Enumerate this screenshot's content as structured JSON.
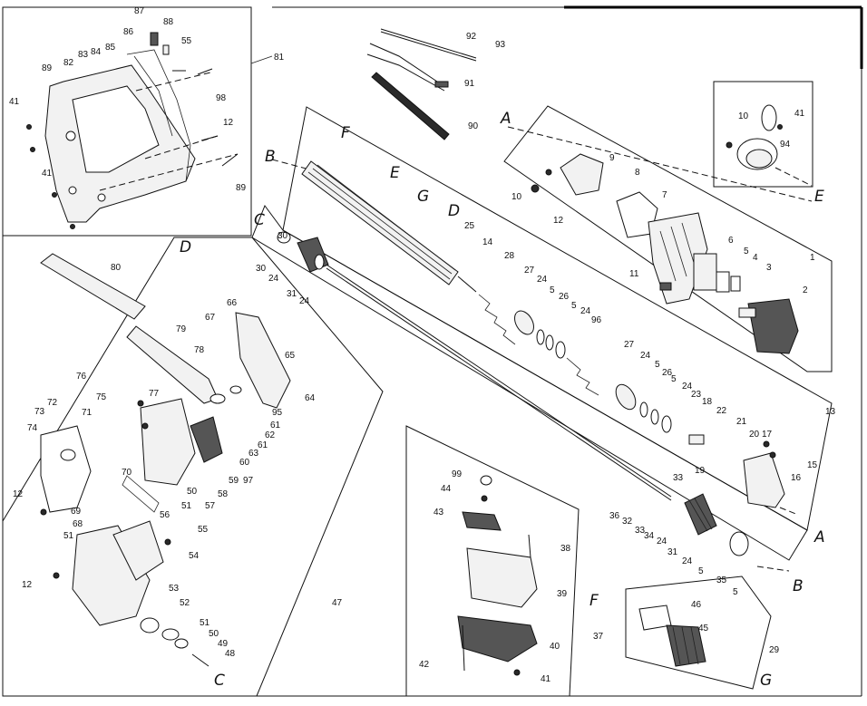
{
  "diagram": {
    "title": "",
    "part_numbers": {
      "p1": "1",
      "p2": "2",
      "p3": "3",
      "p4": "4",
      "p5": "5",
      "p6": "6",
      "p7": "7",
      "p8": "8",
      "p9": "9",
      "p10": "10",
      "p11": "11",
      "p12": "12",
      "p13": "13",
      "p14": "14",
      "p15": "15",
      "p16": "16",
      "p17": "17",
      "p18": "18",
      "p19": "19",
      "p20": "20",
      "p21": "21",
      "p22": "22",
      "p23": "23",
      "p24": "24",
      "p25": "25",
      "p26": "26",
      "p27": "27",
      "p28": "28",
      "p29": "29",
      "p30": "30",
      "p31": "31",
      "p32": "32",
      "p33": "33",
      "p34": "34",
      "p35": "35",
      "p36": "36",
      "p37": "37",
      "p38": "38",
      "p39": "39",
      "p40": "40",
      "p41": "41",
      "p42": "42",
      "p43": "43",
      "p44": "44",
      "p45": "45",
      "p46": "46",
      "p47": "47",
      "p48": "48",
      "p49": "49",
      "p50": "50",
      "p51": "51",
      "p52": "52",
      "p53": "53",
      "p54": "54",
      "p55": "55",
      "p56": "56",
      "p57": "57",
      "p58": "58",
      "p59": "59",
      "p60": "60",
      "p61": "61",
      "p62": "62",
      "p63": "63",
      "p64": "64",
      "p65": "65",
      "p66": "66",
      "p67": "67",
      "p68": "68",
      "p69": "69",
      "p70": "70",
      "p71": "71",
      "p72": "72",
      "p73": "73",
      "p74": "74",
      "p75": "75",
      "p76": "76",
      "p77": "77",
      "p78": "78",
      "p79": "79",
      "p80": "80",
      "p81": "81",
      "p82": "82",
      "p83": "83",
      "p84": "84",
      "p85": "85",
      "p86": "86",
      "p87": "87",
      "p88": "88",
      "p89": "89",
      "p90": "90",
      "p91": "91",
      "p92": "92",
      "p93": "93",
      "p94": "94",
      "p95": "95",
      "p96": "96",
      "p97": "97",
      "p98": "98",
      "p99": "99"
    },
    "section_letters": {
      "a": "A",
      "b": "B",
      "c": "C",
      "d": "D",
      "e": "E",
      "f": "F",
      "g": "G"
    }
  }
}
